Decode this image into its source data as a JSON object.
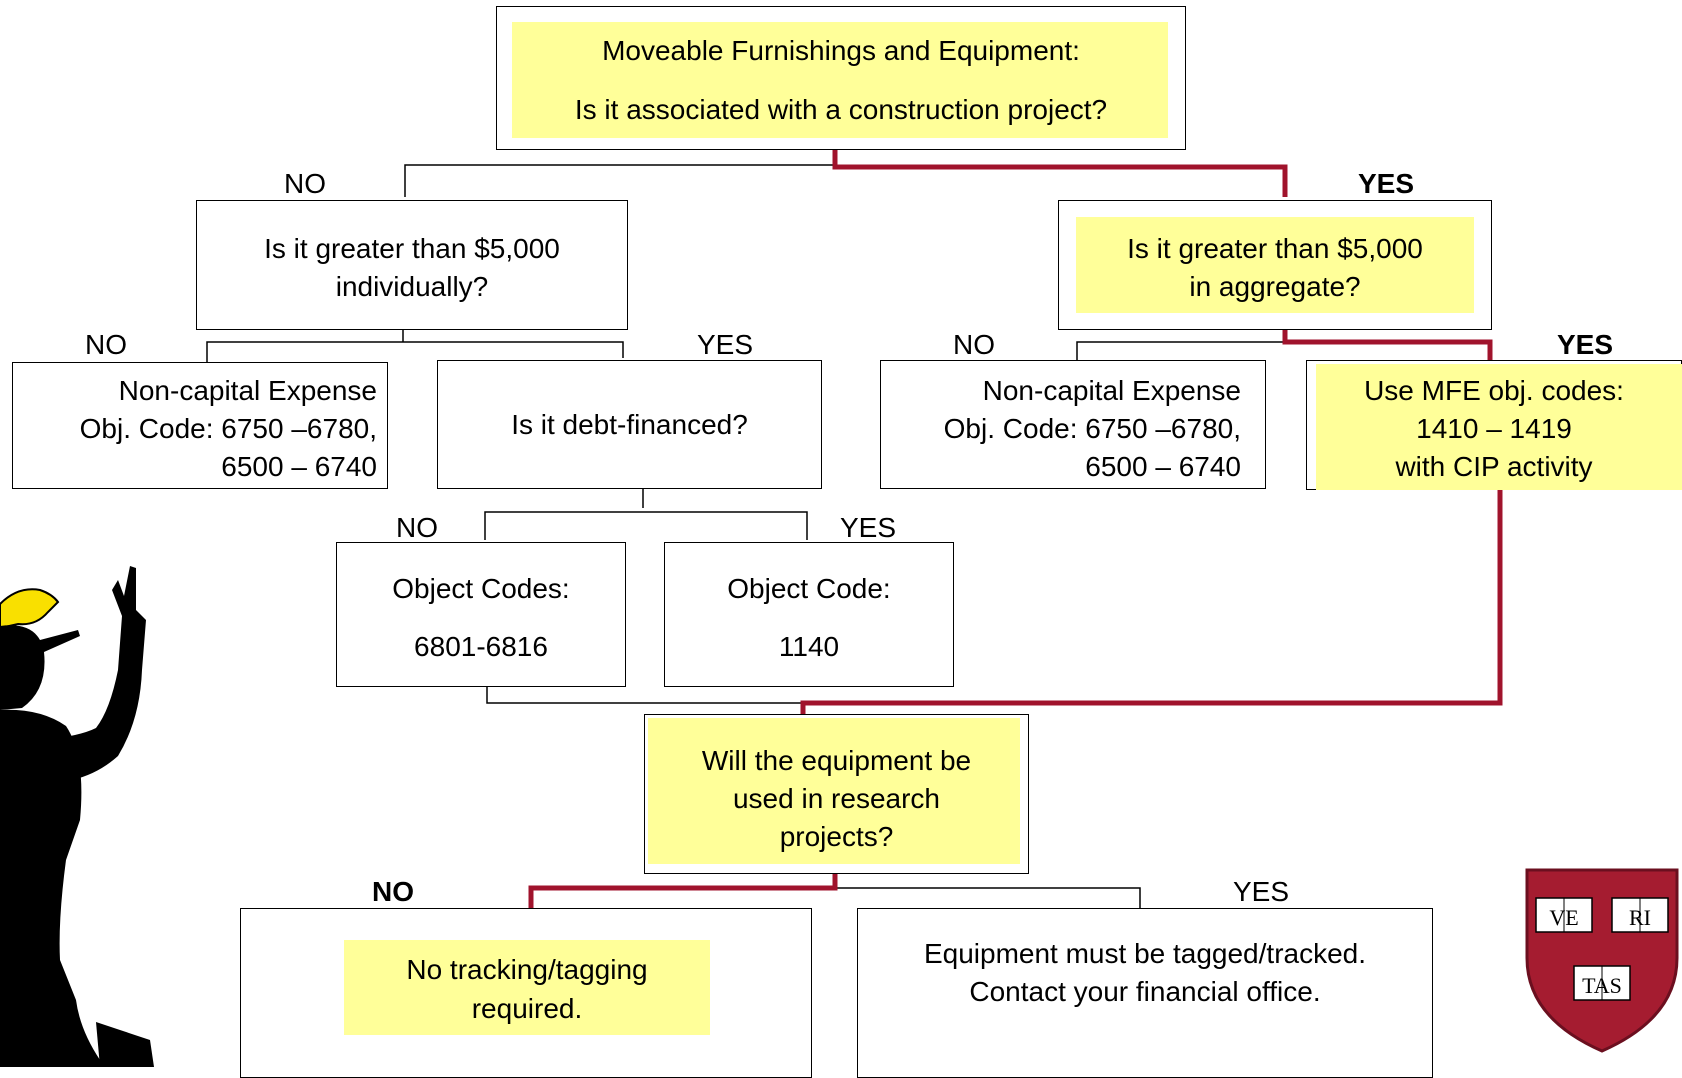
{
  "top": {
    "line1": "Moveable Furnishings and Equipment:",
    "line2": "Is it associated with a construction project?"
  },
  "labels": {
    "top_no": "NO",
    "top_yes": "YES",
    "left_no": "NO",
    "left_yes": "YES",
    "right_no": "NO",
    "right_yes": "YES",
    "debt_no": "NO",
    "debt_yes": "YES",
    "research_no": "NO",
    "research_yes": "YES"
  },
  "q_individual": {
    "line1": "Is it greater than $5,000",
    "line2": "individually?"
  },
  "q_aggregate": {
    "line1": "Is it greater than $5,000",
    "line2": "in aggregate?"
  },
  "noncap_left": {
    "line1": "Non-capital Expense",
    "line2": "Obj. Code: 6750 –6780,",
    "line3": "6500 – 6740"
  },
  "q_debt": {
    "text": "Is it debt-financed?"
  },
  "noncap_right": {
    "line1": "Non-capital Expense",
    "line2": "Obj. Code: 6750 –6780,",
    "line3": "6500 – 6740"
  },
  "mfe": {
    "line1": "Use MFE obj. codes:",
    "line2": "1410 – 1419",
    "line3": "with CIP activity"
  },
  "obj_codes": {
    "line1": "Object Codes:",
    "line2": "6801-6816"
  },
  "obj_code": {
    "line1": "Object Code:",
    "line2": "1140"
  },
  "q_research": {
    "line1": "Will the equipment be",
    "line2": "used in research",
    "line3": "projects?"
  },
  "no_tracking": {
    "line1": "No tracking/tagging",
    "line2": "required."
  },
  "tagged": {
    "line1": "Equipment must be tagged/tracked.",
    "line2": "Contact your financial office."
  },
  "seal": {
    "q1": "VE",
    "q2": "RI",
    "q3": "TAS"
  },
  "colors": {
    "highlight": "#ffff99",
    "path": "#a0132c",
    "crimson": "#a51c30",
    "connector": "#000000"
  }
}
